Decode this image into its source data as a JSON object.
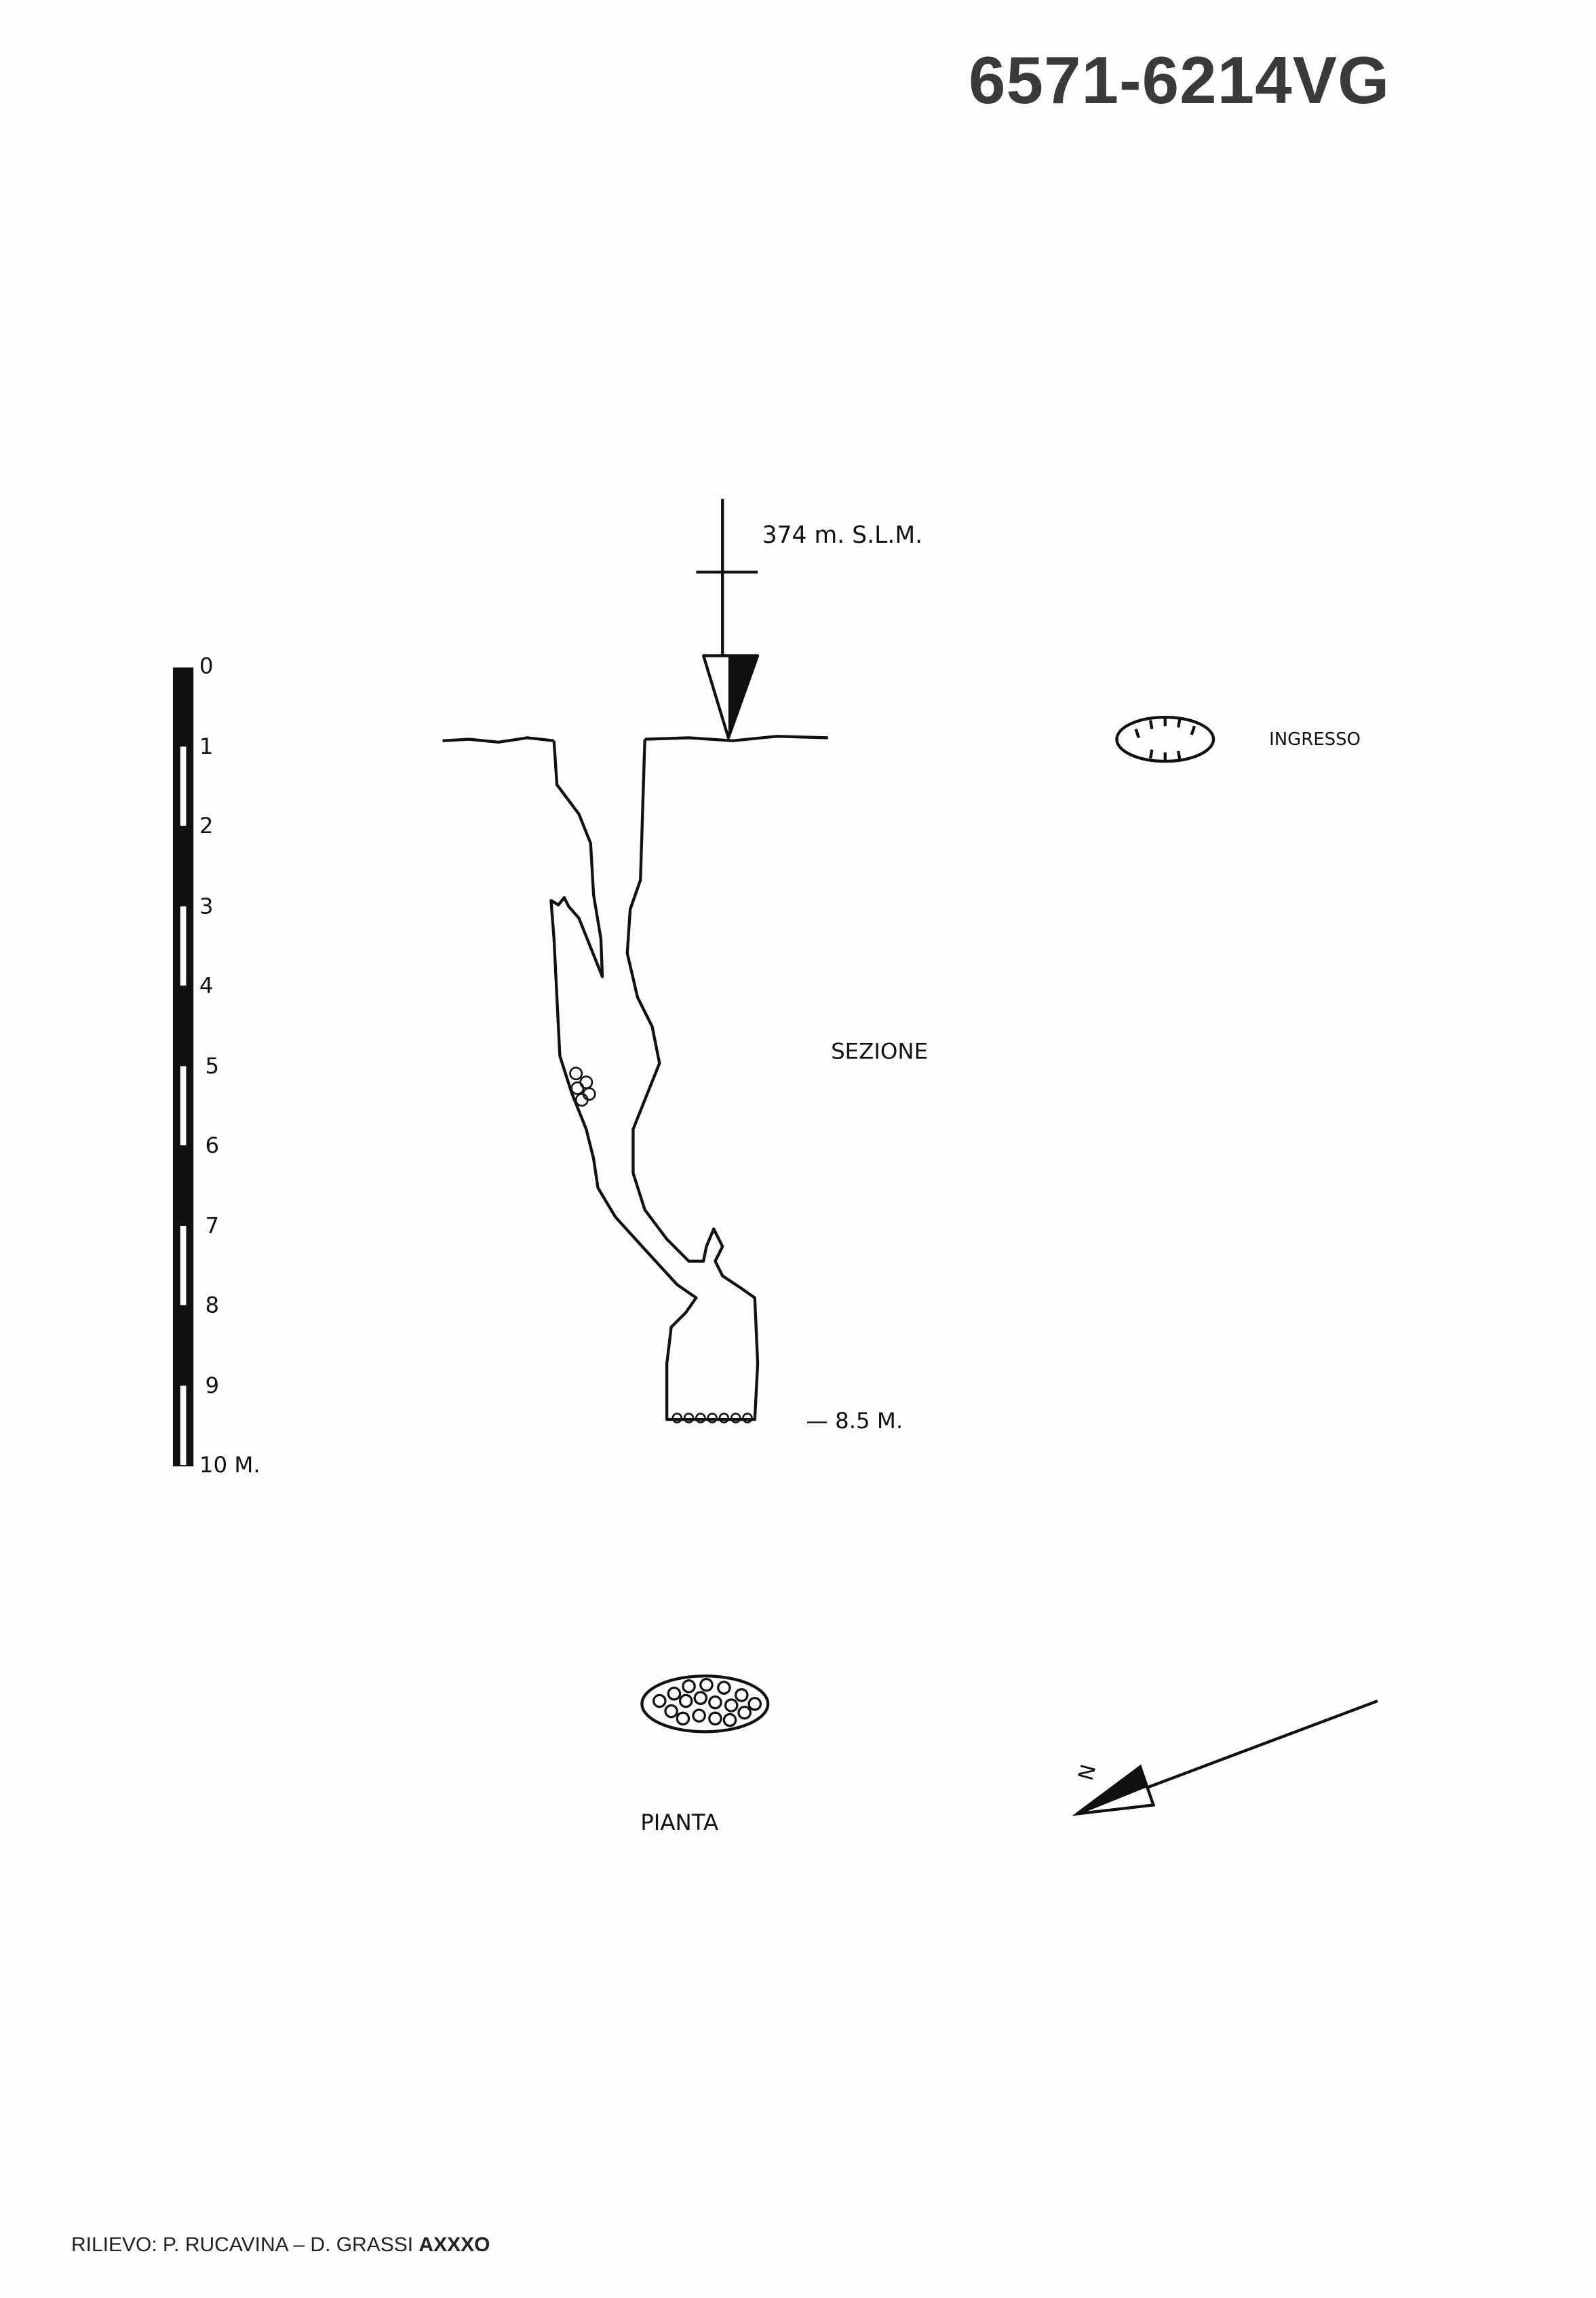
{
  "header": {
    "code": "6571-6214VG"
  },
  "section": {
    "altitude_label": "374 m. S.L.M.",
    "title": "SEZIONE",
    "depth_label": "— 8.5 M.",
    "entrance_label": "INGRESSO"
  },
  "scale": {
    "labels": [
      "0",
      "1",
      "2",
      "3",
      "4",
      "5",
      "6",
      "7",
      "8",
      "9",
      "10 M."
    ]
  },
  "plan": {
    "title": "PIANTA",
    "north_label": "N"
  },
  "footer": {
    "survey": "RILIEVO: P. RUCAVINA – D. GRASSI",
    "suffix": "AXXXO"
  },
  "colors": {
    "ink": "#111111",
    "paper": "#fdfdfd",
    "title": "#3a3a3a"
  }
}
